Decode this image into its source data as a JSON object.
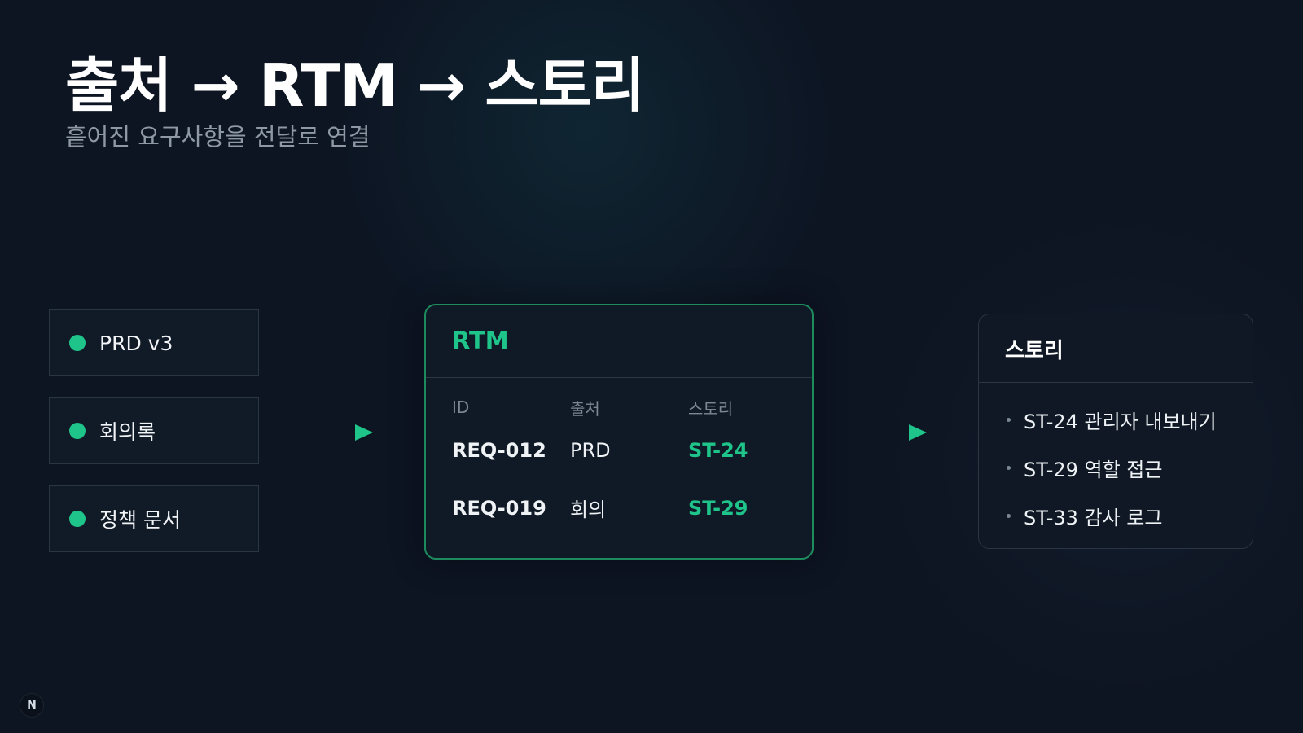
{
  "header": {
    "title": "출처 → RTM → 스토리",
    "subtitle": "흩어진 요구사항을 전달로 연결"
  },
  "sources": [
    {
      "label": "PRD v3"
    },
    {
      "label": "회의록"
    },
    {
      "label": "정책 문서"
    }
  ],
  "rtm": {
    "title": "RTM",
    "columns": [
      "ID",
      "출처",
      "스토리"
    ],
    "rows": [
      {
        "id": "REQ-012",
        "source": "PRD",
        "story": "ST-24"
      },
      {
        "id": "REQ-019",
        "source": "회의",
        "story": "ST-29"
      }
    ]
  },
  "stories": {
    "title": "스토리",
    "items": [
      "ST-24 관리자 내보내기",
      "ST-29 역할 접근",
      "ST-33 감사 로그"
    ]
  },
  "logo": {
    "text": "N"
  },
  "colors": {
    "background": "#0d1422",
    "accent": "#1fc48a",
    "rtm_border": "#1d8b5e",
    "muted_text": "#8f99a6"
  },
  "icons": [
    "status-dot-icon",
    "play-arrow-icon",
    "bullet-icon",
    "logo-n-icon"
  ]
}
